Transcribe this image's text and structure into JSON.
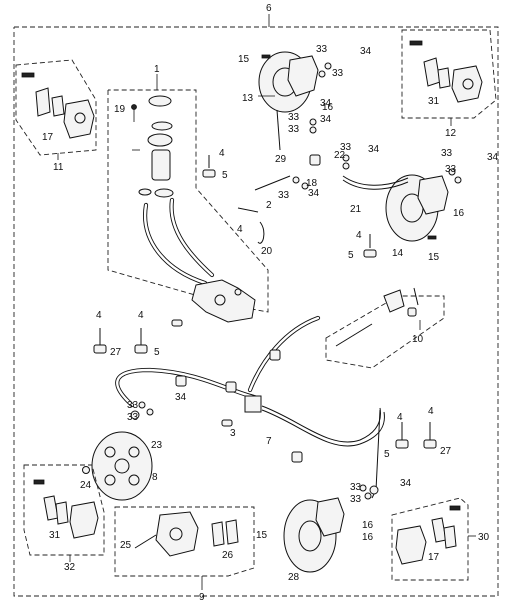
{
  "diagram": {
    "title_number": "6",
    "callouts": {
      "c1": "1",
      "c2": "2",
      "c3": "3",
      "c4": "4",
      "c5": "5",
      "c6": "6",
      "c7": "7",
      "c8": "8",
      "c9": "9",
      "c10": "10",
      "c11": "11",
      "c12": "12",
      "c13": "13",
      "c14": "14",
      "c15": "15",
      "c16": "16",
      "c17": "17",
      "c18": "18",
      "c19": "19",
      "c20": "20",
      "c21": "21",
      "c22": "22",
      "c23": "23",
      "c24": "24",
      "c25": "25",
      "c26": "26",
      "c27": "27",
      "c28": "28",
      "c29": "29",
      "c30": "30",
      "c31": "31",
      "c32": "32",
      "c33": "33",
      "c34": "34"
    }
  }
}
